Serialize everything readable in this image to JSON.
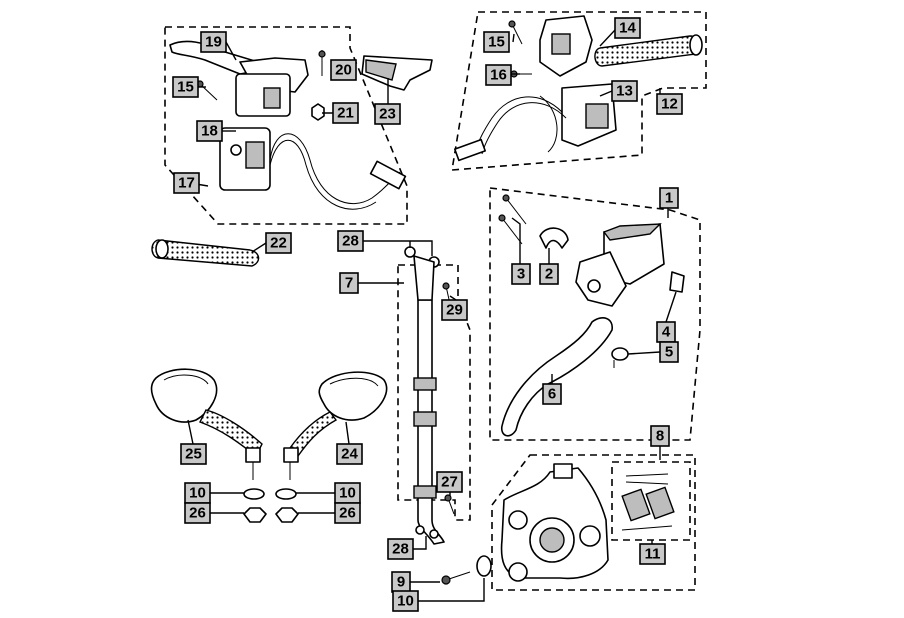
{
  "labels": {
    "p1": "1",
    "p2": "2",
    "p3": "3",
    "p4": "4",
    "p5": "5",
    "p6": "6",
    "p7": "7",
    "p8": "8",
    "p9": "9",
    "p10a": "10",
    "p10b": "10",
    "p10c": "10",
    "p11": "11",
    "p12": "12",
    "p13": "13",
    "p14": "14",
    "p15a": "15",
    "p15b": "15",
    "p16": "16",
    "p17": "17",
    "p18": "18",
    "p19": "19",
    "p20": "20",
    "p21": "21",
    "p22": "22",
    "p23": "23",
    "p24": "24",
    "p25": "25",
    "p26a": "26",
    "p26b": "26",
    "p27": "27",
    "p28a": "28",
    "p28b": "28",
    "p29": "29"
  },
  "colors": {
    "label_fill": "#c8c8c8",
    "line": "#000000",
    "background": "#ffffff"
  }
}
